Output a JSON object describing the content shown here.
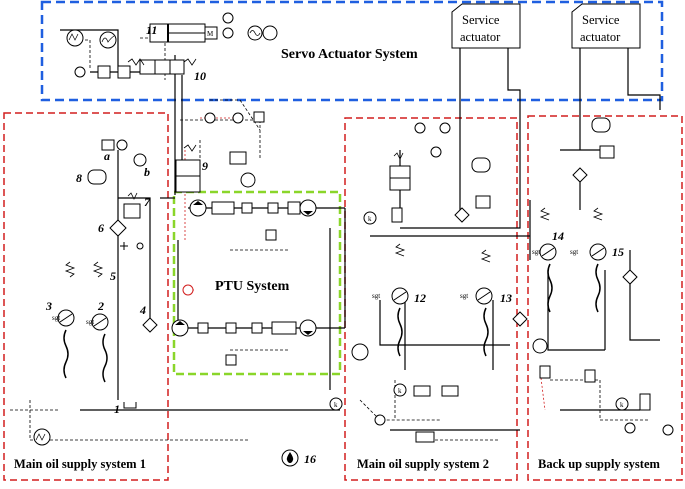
{
  "title_servo": "Servo Actuator System",
  "title_ptu": "PTU System",
  "title_main1": "Main oil supply system 1",
  "title_main2": "Main oil supply system 2",
  "title_backup": "Back up supply system",
  "service_actuator_line1": "Service",
  "service_actuator_line2": "actuator",
  "component_numbers": {
    "n1": "1",
    "n2": "2",
    "n3": "3",
    "n4": "4",
    "n5": "5",
    "n6": "6",
    "n7": "7",
    "n8": "8",
    "n9": "9",
    "n10": "10",
    "n11": "11",
    "n12": "12",
    "n13": "13",
    "n14": "14",
    "n15": "15",
    "n16": "16"
  },
  "letters": {
    "a": "a",
    "b": "b"
  },
  "pump_tags": {
    "sgt": "sgt",
    "k": "k"
  },
  "colors": {
    "servo_border": "#1f5fe0",
    "supply_border": "#d21f1f",
    "ptu_border": "#8ad62a",
    "line": "#000000"
  }
}
